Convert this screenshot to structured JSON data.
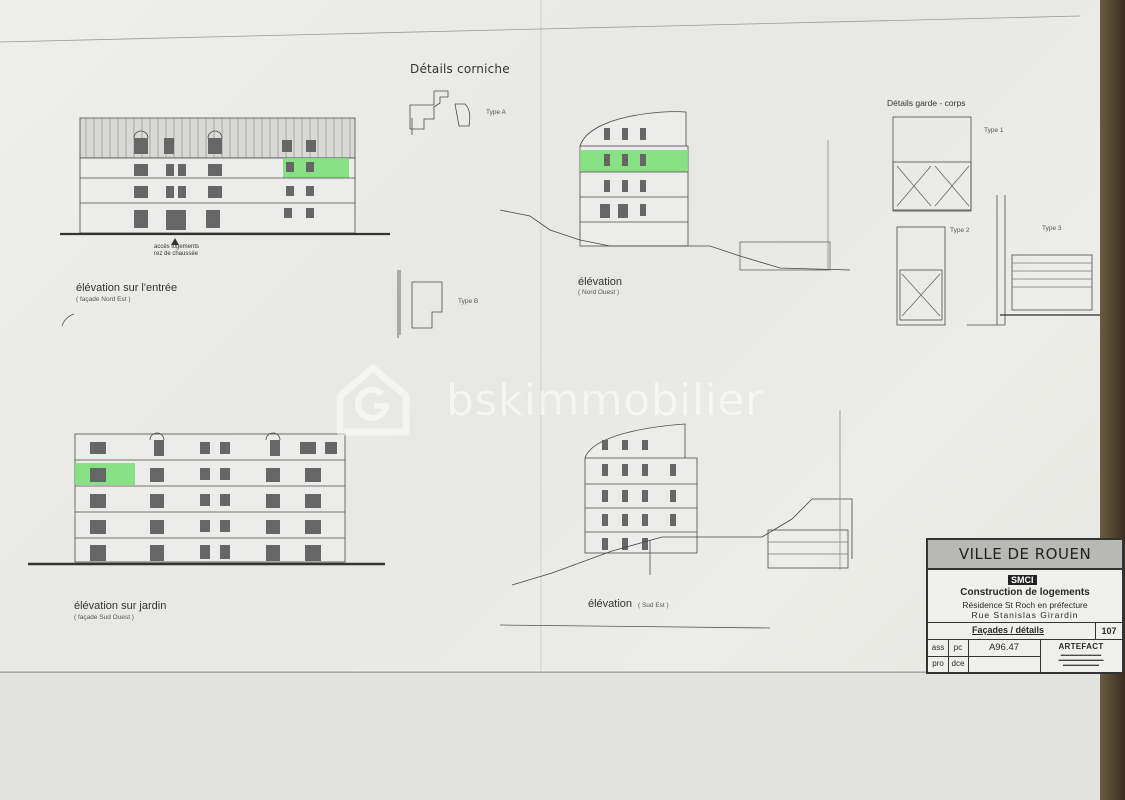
{
  "drawing": {
    "cornice_title": "Détails corniche",
    "type_a": "Type A",
    "type_b": "Type B",
    "railing_title": "Détails garde - corps",
    "type_1": "Type 1",
    "type_2": "Type 2",
    "type_3": "Type 3",
    "elev_entry": "élévation sur l'entrée",
    "elev_entry_sub": "( façade Nord Est )",
    "entry_access": "accès logements",
    "entry_access_2": "rez de chaussée",
    "elev_north": "élévation",
    "elev_north_sub": "( Nord Ouest )",
    "elev_garden": "élévation sur jardin",
    "elev_garden_sub": "( façade Sud Ouest )",
    "elev_south": "élévation",
    "elev_south_sub": "( Sud Est )"
  },
  "watermark": {
    "brand": "bskimmobilier",
    "logo_icon": "house-g-logo-icon"
  },
  "title_block": {
    "city": "VILLE DE ROUEN",
    "client_logo": "SMCI",
    "line1": "Construction  de  logements",
    "line2": "Résidence St Roch en préfecture",
    "line3": "Rue   Stanislas   Girardin",
    "sheet_title": "Façades / détails",
    "sheet_number": "107",
    "row1_a": "ass",
    "row1_b": "pc",
    "row1_ref": "A96.47",
    "row2_a": "pro",
    "row2_b": "dce",
    "firm": "ARTEFACT"
  },
  "colors": {
    "highlight": "#7ee07a",
    "paper": "#ecece8",
    "ink": "#3a3a3a"
  }
}
